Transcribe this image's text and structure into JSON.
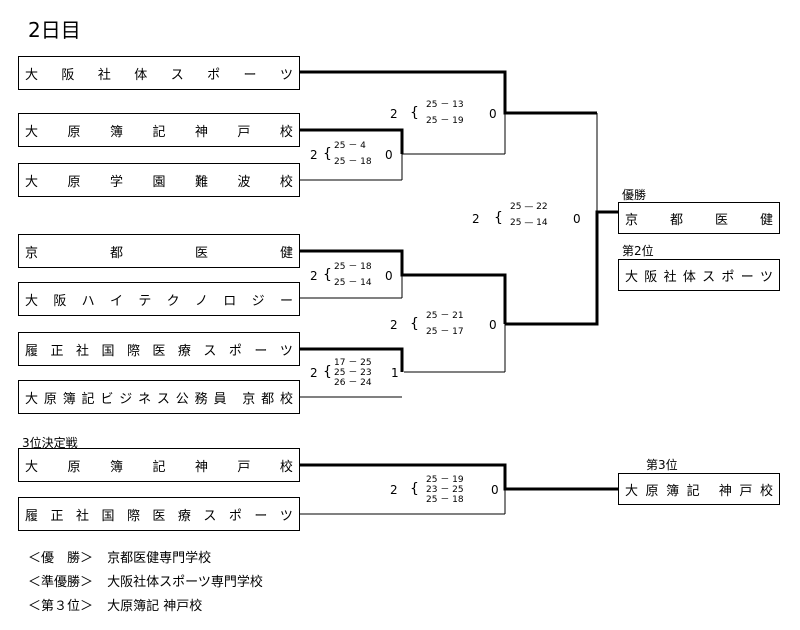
{
  "day_title": "2日目",
  "teams": {
    "t1": "大阪社体スポーツ",
    "t2": "大原簿記神戸校",
    "t3": "大原学園難波校",
    "t4": "京都医健",
    "t5": "大阪ハイテクノロジー",
    "t6": "履正社国際医療スポーツ",
    "t7": "大原簿記ビジネス公務員 京都校",
    "t8": "大原簿記神戸校",
    "t9": "履正社国際医療スポーツ"
  },
  "matches": {
    "m1": {
      "sets_left": "0",
      "sets_right": "2",
      "scores": [
        "25 － 4",
        "25 － 18"
      ]
    },
    "m2": {
      "sets_left": "0",
      "sets_right": "2",
      "scores": [
        "25 － 13",
        "25 － 19"
      ]
    },
    "m3": {
      "sets_left": "0",
      "sets_right": "2",
      "scores": [
        "25 － 18",
        "25 － 14"
      ]
    },
    "m4": {
      "sets_left": "1",
      "sets_right": "2",
      "scores": [
        "17 － 25",
        "25 － 23",
        "26 － 24"
      ]
    },
    "m5": {
      "sets_left": "0",
      "sets_right": "2",
      "scores": [
        "25 － 21",
        "25 － 17"
      ]
    },
    "final": {
      "sets_left": "0",
      "sets_right": "2",
      "scores": [
        "25 — 22",
        "25 — 14"
      ]
    },
    "third": {
      "sets_left": "0",
      "sets_right": "2",
      "scores": [
        "25 － 19",
        "23 － 25",
        "25 － 18"
      ]
    }
  },
  "results": {
    "winner_label": "優勝",
    "winner": "京都医健",
    "second_label": "第2位",
    "second": "大阪社体スポーツ",
    "third_label": "第3位",
    "third": "大原簿記 神戸校"
  },
  "third_place_heading": "3位決定戦",
  "legend": [
    {
      "label": "＜優　勝＞",
      "value": "京都医健専門学校"
    },
    {
      "label": "＜準優勝＞",
      "value": "大阪社体スポーツ専門学校"
    },
    {
      "label": "＜第３位＞",
      "value": "大原簿記 神戸校"
    }
  ]
}
